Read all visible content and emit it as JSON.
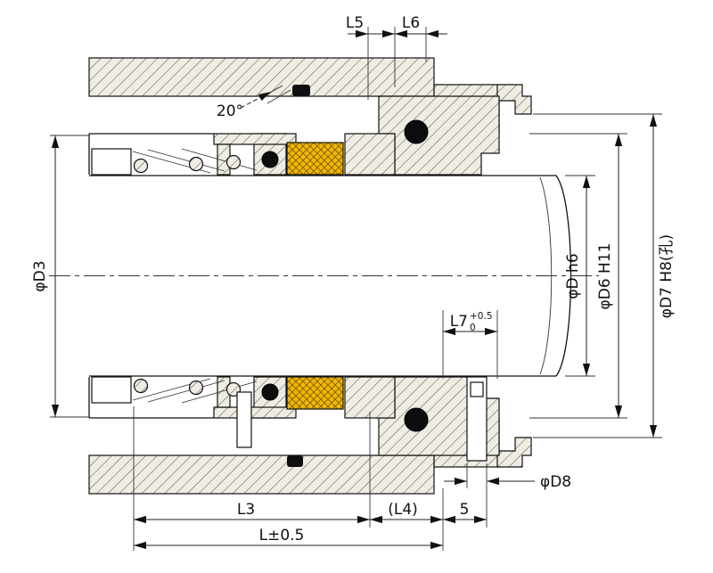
{
  "meta": {
    "type": "technical-drawing",
    "description": "Mechanical seal cross-section dimensional drawing"
  },
  "labels": {
    "l5": "L5",
    "l6": "L6",
    "angle": "20°",
    "d3": "φD3",
    "d_shaft": "φD h6",
    "d6": "φD6 H11",
    "d7": "φD7 H8(孔)",
    "l7_main": "L7",
    "l7_tol_upper": "+0.5",
    "l7_tol_lower": "0",
    "d8": "φD8",
    "l3": "L3",
    "l4": "(L4)",
    "dim5": "5",
    "total_length": "L±0.5"
  },
  "colors": {
    "seal_face": "#f2b705",
    "hatch_fill": "#efede3",
    "line": "#111111",
    "oring": "#0d0d0d",
    "background": "#ffffff"
  }
}
